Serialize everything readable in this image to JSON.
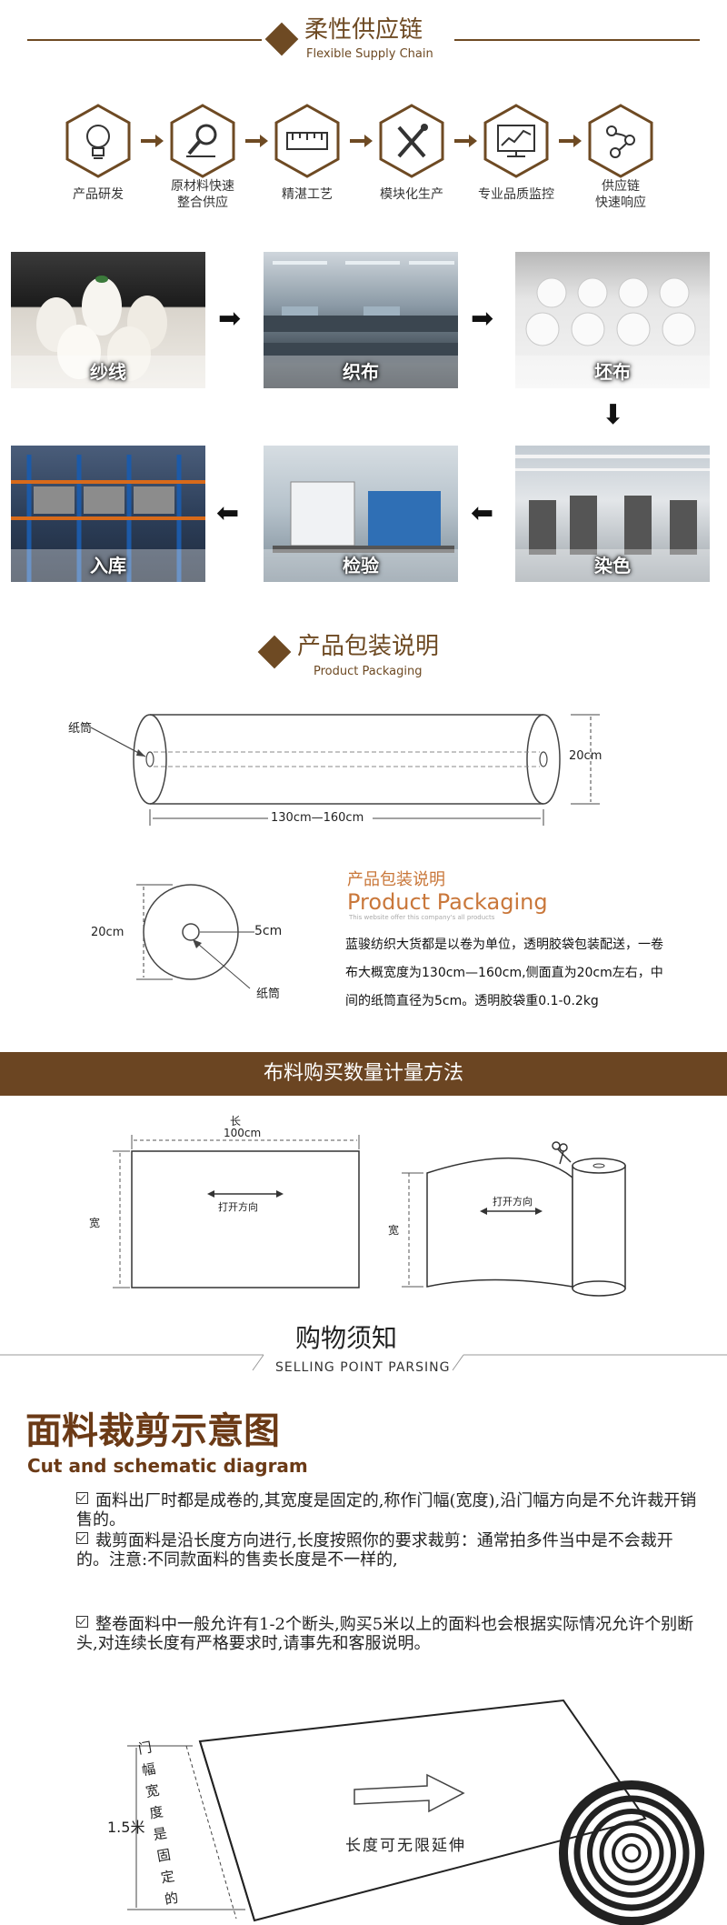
{
  "supply_chain": {
    "title_cn": "柔性供应链",
    "title_en": "Flexible Supply Chain",
    "steps": [
      {
        "label": "产品研发",
        "icon": "lightbulb-icon"
      },
      {
        "label": "原材料快速\n整合供应",
        "icon": "magnifier-icon"
      },
      {
        "label": "精湛工艺",
        "icon": "ruler-icon"
      },
      {
        "label": "模块化生产",
        "icon": "tools-icon"
      },
      {
        "label": "专业品质监控",
        "icon": "monitor-chart-icon"
      },
      {
        "label": "供应链\n快速响应",
        "icon": "network-icon"
      }
    ]
  },
  "process": {
    "photos": [
      {
        "caption": "纱线"
      },
      {
        "caption": "织布"
      },
      {
        "caption": "坯布"
      },
      {
        "caption": "入库"
      },
      {
        "caption": "检验"
      },
      {
        "caption": "染色"
      }
    ]
  },
  "packaging": {
    "title_cn": "产品包装说明",
    "title_en": "Product Packaging",
    "tube_label": "纸筒",
    "diameter_label": "20cm",
    "length_label": "130cm—160cm",
    "side_diameter_label": "20cm",
    "core_label": "5cm",
    "side_tube_label": "纸筒",
    "info_title_cn": "产品包装说明",
    "info_title_en": "Product Packaging",
    "info_subtitle": "This website offer this company's all products",
    "description": "蓝骏纺织大货都是以卷为单位，透明胶袋包装配送，一卷布大概宽度为130cm—160cm,侧面直为20cm左右，中间的纸筒直径为5cm。透明胶袋重0.1-0.2kg"
  },
  "measure": {
    "banner": "布料购买数量计量方法",
    "length_label": "长",
    "length_value": "100cm",
    "width_label": "宽",
    "open_direction": "打开方向",
    "width_label_2": "宽",
    "open_direction_2": "打开方向"
  },
  "notice": {
    "title_cn": "购物须知",
    "title_en": "SELLING POINT PARSING"
  },
  "cutting": {
    "title_cn": "面料裁剪示意图",
    "title_en": "Cut and schematic diagram",
    "items": [
      "面料出厂时都是成卷的,其宽度是固定的,称作门幅(宽度),沿门幅方向是不允许裁开销售的。",
      "裁剪面料是沿长度方向进行,长度按照你的要求裁剪：通常拍多件当中是不会裁开的。注意:不同款面料的售卖长度是不一样的,",
      "整卷面料中一般允许有1-2个断头,购买5米以上的面料也会根据实际情况允许个别断头,对连续长度有严格要求时,请事先和客服说明。"
    ],
    "width_value": "1.5米",
    "width_vertical": "门幅宽度是固定的",
    "extend_label": "长度可无限延伸"
  },
  "colors": {
    "brand": "#6e4a23",
    "banner": "#6b4522"
  }
}
